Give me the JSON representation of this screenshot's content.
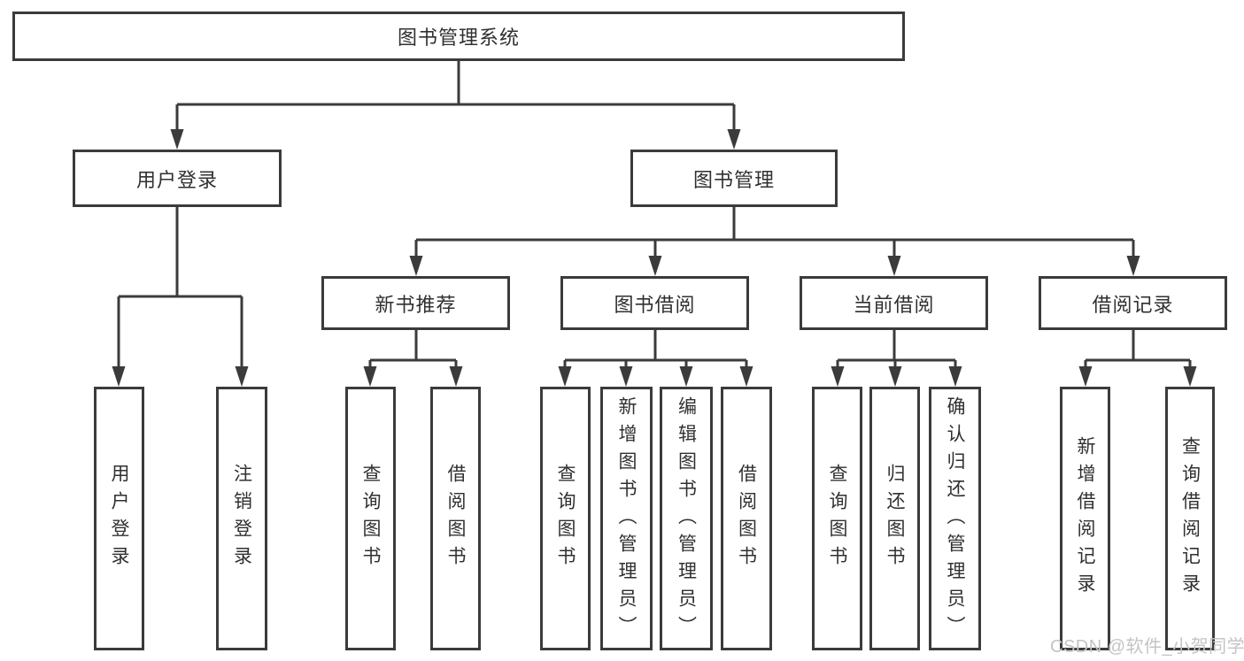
{
  "diagram": {
    "root": {
      "label": "图书管理系统"
    },
    "branches": [
      {
        "label": "用户登录",
        "children": [
          {
            "label": "用户登录"
          },
          {
            "label": "注销登录"
          }
        ]
      },
      {
        "label": "图书管理",
        "children": [
          {
            "label": "新书推荐",
            "children": [
              {
                "label": "查询图书"
              },
              {
                "label": "借阅图书"
              }
            ]
          },
          {
            "label": "图书借阅",
            "children": [
              {
                "label": "查询图书"
              },
              {
                "label": "新增图书（管理员）"
              },
              {
                "label": "编辑图书（管理员）"
              },
              {
                "label": "借阅图书"
              }
            ]
          },
          {
            "label": "当前借阅",
            "children": [
              {
                "label": "查询图书"
              },
              {
                "label": "归还图书"
              },
              {
                "label": "确认归还（管理员）"
              }
            ]
          },
          {
            "label": "借阅记录",
            "children": [
              {
                "label": "新增借阅记录"
              },
              {
                "label": "查询借阅记录"
              }
            ]
          }
        ]
      }
    ]
  },
  "colors": {
    "line": "#3b3b3b",
    "text": "#303030",
    "box_background": "#ffffff",
    "watermark": "#c4c4c4"
  },
  "watermark": {
    "text": "CSDN @软件_小贺同学"
  }
}
